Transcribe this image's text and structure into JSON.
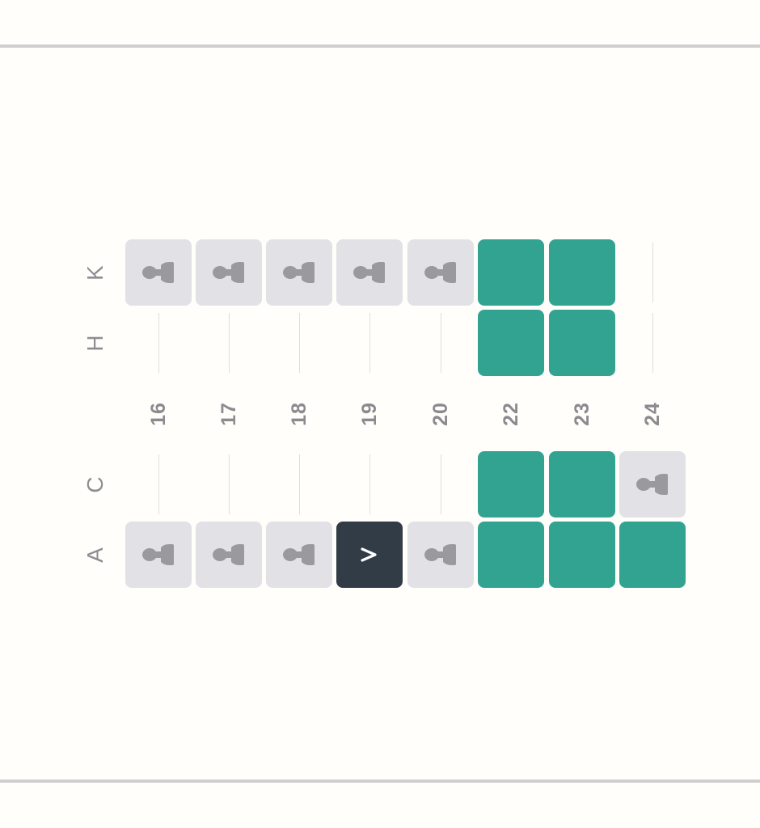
{
  "seat_map": {
    "row_labels": [
      "K",
      "H",
      "C",
      "A"
    ],
    "column_labels": [
      "16",
      "17",
      "18",
      "19",
      "20",
      "22",
      "23",
      "24"
    ],
    "colors": {
      "available": "#33a391",
      "occupied": "#e2e1e6",
      "selected": "#313c47",
      "label": "#8d8d91",
      "divider": "#d0cfcf"
    },
    "legend_icons": {
      "occupied": "person-icon",
      "selected": "chevron-right-icon"
    },
    "rows": {
      "K": [
        "occupied",
        "occupied",
        "occupied",
        "occupied",
        "occupied",
        "available",
        "available",
        "none"
      ],
      "H": [
        "none",
        "none",
        "none",
        "none",
        "none",
        "available",
        "available",
        "none"
      ],
      "C": [
        "none",
        "none",
        "none",
        "none",
        "none",
        "available",
        "available",
        "occupied"
      ],
      "A": [
        "occupied",
        "occupied",
        "occupied",
        "selected",
        "occupied",
        "available",
        "available",
        "available"
      ]
    },
    "selected_seat": {
      "row": "A",
      "column": "19"
    }
  }
}
